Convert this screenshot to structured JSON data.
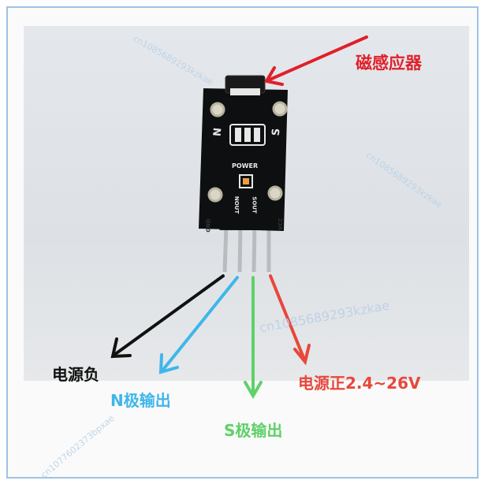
{
  "labels": {
    "magnetic_sensor": "磁感应器",
    "power_negative": "电源负",
    "n_output": "N极输出",
    "s_output": "S极输出",
    "power_positive": "电源正2.4~26V"
  },
  "board": {
    "pole_n": "N",
    "pole_s": "S",
    "power": "POWER",
    "nout": "NOUT",
    "sout": "SOUT",
    "gnd": "GND",
    "vcc": "VCC"
  },
  "watermarks": {
    "center": "cn1085689293kzkae",
    "right": "cn1085689293kzkae",
    "top": "cn1085689293kzkae",
    "bottom_left": "cn1077602373bpxae"
  },
  "colors": {
    "sensor_arrow": "#e0202a",
    "negative": "#111111",
    "n_output": "#3fb6ea",
    "s_output": "#5fd16a",
    "positive": "#e8473b"
  }
}
